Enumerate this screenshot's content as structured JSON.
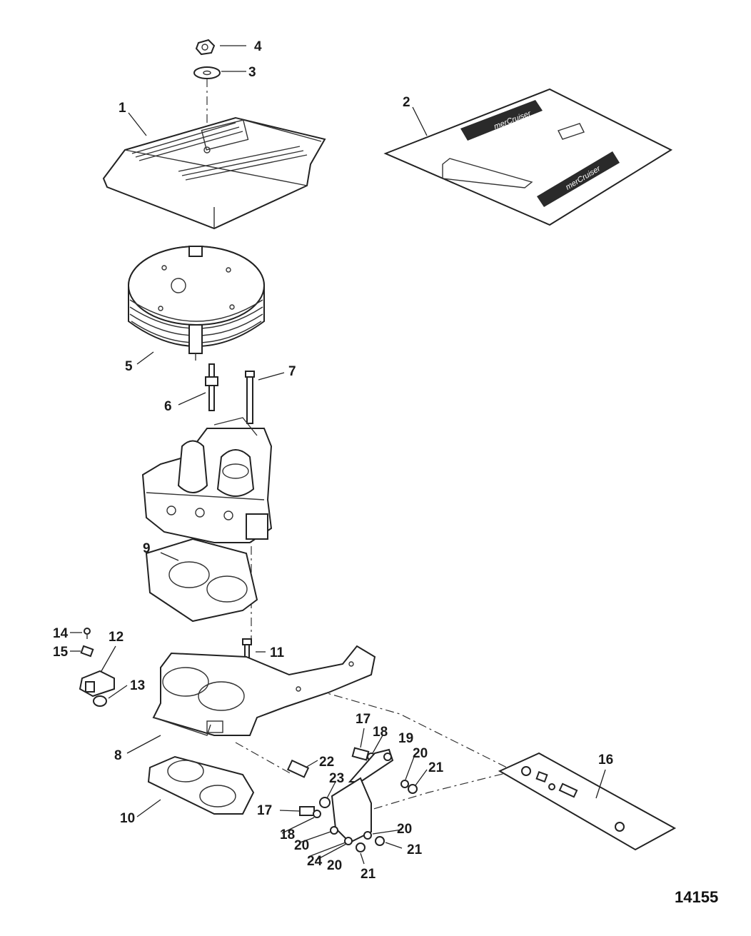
{
  "figure_number": "14155",
  "decal_brand": "merCruiser",
  "callouts": [
    {
      "id": "c1",
      "label": "1"
    },
    {
      "id": "c2",
      "label": "2"
    },
    {
      "id": "c3",
      "label": "3"
    },
    {
      "id": "c4",
      "label": "4"
    },
    {
      "id": "c5",
      "label": "5"
    },
    {
      "id": "c6",
      "label": "6"
    },
    {
      "id": "c7",
      "label": "7"
    },
    {
      "id": "c8",
      "label": "8"
    },
    {
      "id": "c9",
      "label": "9"
    },
    {
      "id": "c10",
      "label": "10"
    },
    {
      "id": "c11",
      "label": "11"
    },
    {
      "id": "c12",
      "label": "12"
    },
    {
      "id": "c13",
      "label": "13"
    },
    {
      "id": "c14",
      "label": "14"
    },
    {
      "id": "c15",
      "label": "15"
    },
    {
      "id": "c16",
      "label": "16"
    },
    {
      "id": "c17a",
      "label": "17"
    },
    {
      "id": "c17b",
      "label": "17"
    },
    {
      "id": "c18a",
      "label": "18"
    },
    {
      "id": "c18b",
      "label": "18"
    },
    {
      "id": "c19",
      "label": "19"
    },
    {
      "id": "c20a",
      "label": "20"
    },
    {
      "id": "c20b",
      "label": "20"
    },
    {
      "id": "c20c",
      "label": "20"
    },
    {
      "id": "c20d",
      "label": "20"
    },
    {
      "id": "c21a",
      "label": "21"
    },
    {
      "id": "c21b",
      "label": "21"
    },
    {
      "id": "c21c",
      "label": "21"
    },
    {
      "id": "c22",
      "label": "22"
    },
    {
      "id": "c23",
      "label": "23"
    },
    {
      "id": "c24",
      "label": "24"
    }
  ]
}
